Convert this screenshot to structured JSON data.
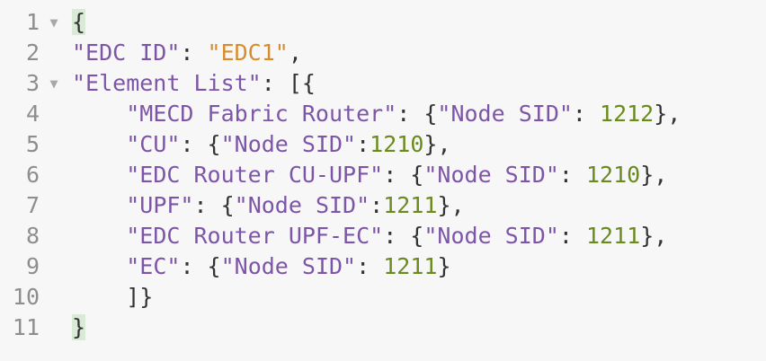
{
  "lines": [
    {
      "n": "1",
      "fold": "▼"
    },
    {
      "n": "2"
    },
    {
      "n": "3",
      "fold": "▼"
    },
    {
      "n": "4"
    },
    {
      "n": "5"
    },
    {
      "n": "6"
    },
    {
      "n": "7"
    },
    {
      "n": "8"
    },
    {
      "n": "9"
    },
    {
      "n": "10"
    },
    {
      "n": "11"
    }
  ],
  "code": {
    "l1_brace": "{",
    "l2_key": "\"EDC ID\"",
    "l2_colon": ": ",
    "l2_val": "\"EDC1\"",
    "l2_comma": ",",
    "l3_key": "\"Element List\"",
    "l3_rest": ": [{",
    "l4_indent": "    ",
    "l4_key": "\"MECD Fabric Router\"",
    "l4_mid": ": {",
    "l4_subkey": "\"Node SID\"",
    "l4_colon": ": ",
    "l4_num": "1212",
    "l4_end": "},",
    "l5_key": "\"CU\"",
    "l5_mid": ": {",
    "l5_subkey": "\"Node SID\"",
    "l5_colon": ":",
    "l5_num": "1210",
    "l5_end": "},",
    "l6_key": "\"EDC Router CU-UPF\"",
    "l6_mid": ": {",
    "l6_subkey": "\"Node SID\"",
    "l6_colon": ": ",
    "l6_num": "1210",
    "l6_end": "},",
    "l7_key": "\"UPF\"",
    "l7_mid": ": {",
    "l7_subkey": "\"Node SID\"",
    "l7_colon": ":",
    "l7_num": "1211",
    "l7_end": "},",
    "l8_key": "\"EDC Router UPF-EC\"",
    "l8_mid": ": {",
    "l8_subkey": "\"Node SID\"",
    "l8_colon": ": ",
    "l8_num": "1211",
    "l8_end": "},",
    "l9_key": "\"EC\"",
    "l9_mid": ": {",
    "l9_subkey": "\"Node SID\"",
    "l9_colon": ": ",
    "l9_num": "1211",
    "l9_end": "}",
    "l10_close": "]}",
    "l11_brace": "}"
  },
  "colors": {
    "key": "#7d55a8",
    "string": "#d98c2c",
    "number": "#6b8a1e",
    "bracket_highlight": "#d9ead7"
  }
}
